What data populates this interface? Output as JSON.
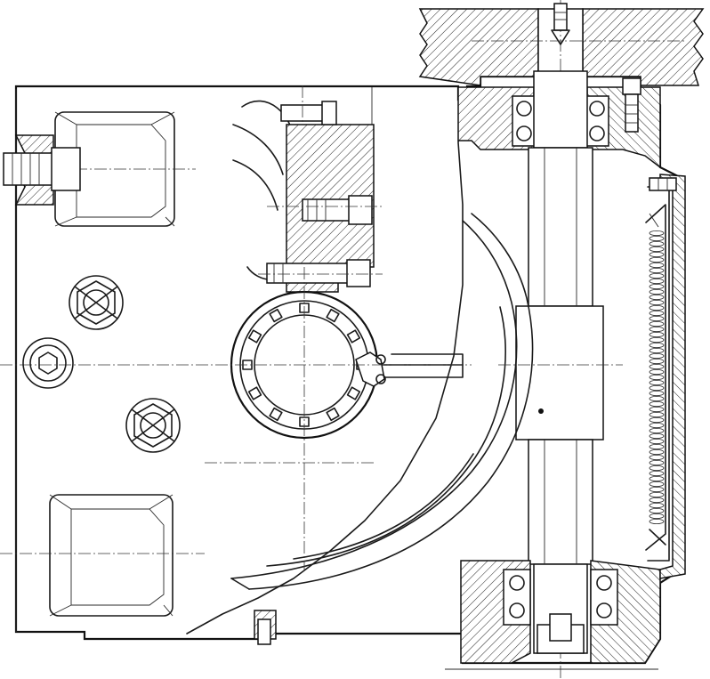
{
  "drawing": {
    "colors": {
      "line": "#1a1a1a",
      "paper": "#ffffff",
      "hatch": "#222222"
    },
    "parts": [
      "housing",
      "v-belt-pulley",
      "worm-shaft",
      "upper-bearing-housing",
      "lower-bearing-housing",
      "worm-wheel",
      "splined-hub",
      "side-cover",
      "return-spring",
      "lower-cover",
      "hex-nut-upper",
      "hex-nut-lower",
      "hex-socket-plug",
      "threaded-boss"
    ],
    "icons": [
      "hex-nut-icon",
      "cap-screw-icon",
      "ball-bearing-icon",
      "spring-icon"
    ]
  }
}
